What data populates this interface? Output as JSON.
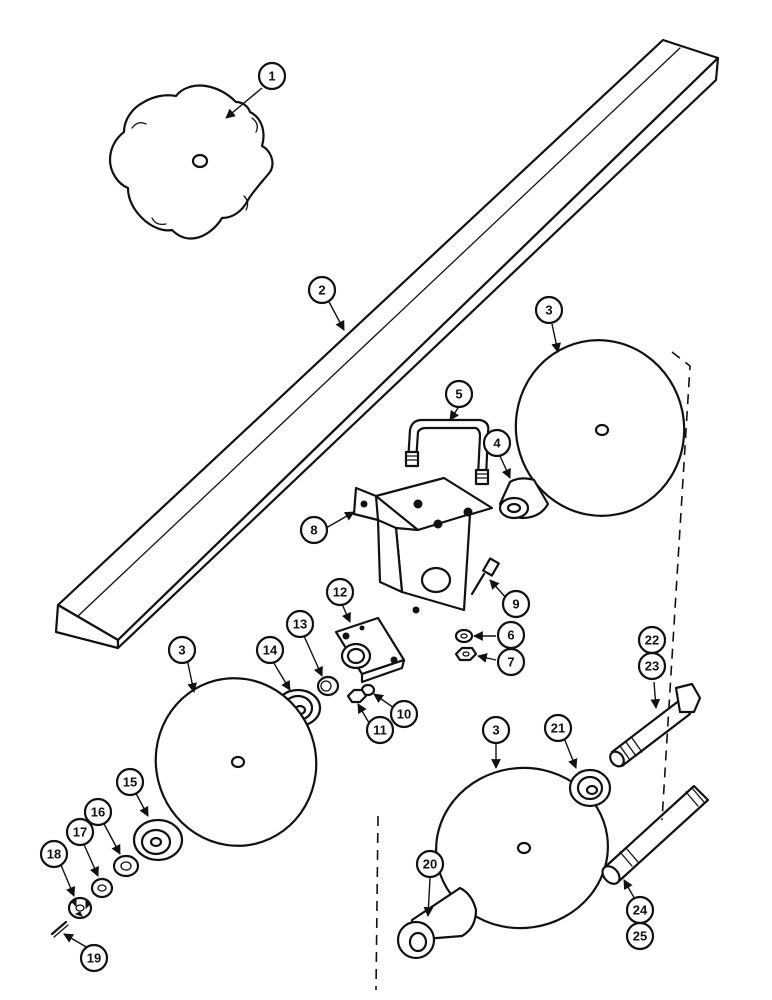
{
  "figure": {
    "colors": {
      "ink": "#111111",
      "paper": "#ffffff"
    },
    "callouts": {
      "c1": "1",
      "c2": "2",
      "c3a": "3",
      "c3b": "3",
      "c3c": "3",
      "c4": "4",
      "c5": "5",
      "c6": "6",
      "c7": "7",
      "c8": "8",
      "c9": "9",
      "c10": "10",
      "c11": "11",
      "c12": "12",
      "c13": "13",
      "c14": "14",
      "c15": "15",
      "c16": "16",
      "c17": "17",
      "c18": "18",
      "c19": "19",
      "c20": "20",
      "c21": "21",
      "c22": "22",
      "c23": "23",
      "c24": "24",
      "c25": "25"
    }
  }
}
